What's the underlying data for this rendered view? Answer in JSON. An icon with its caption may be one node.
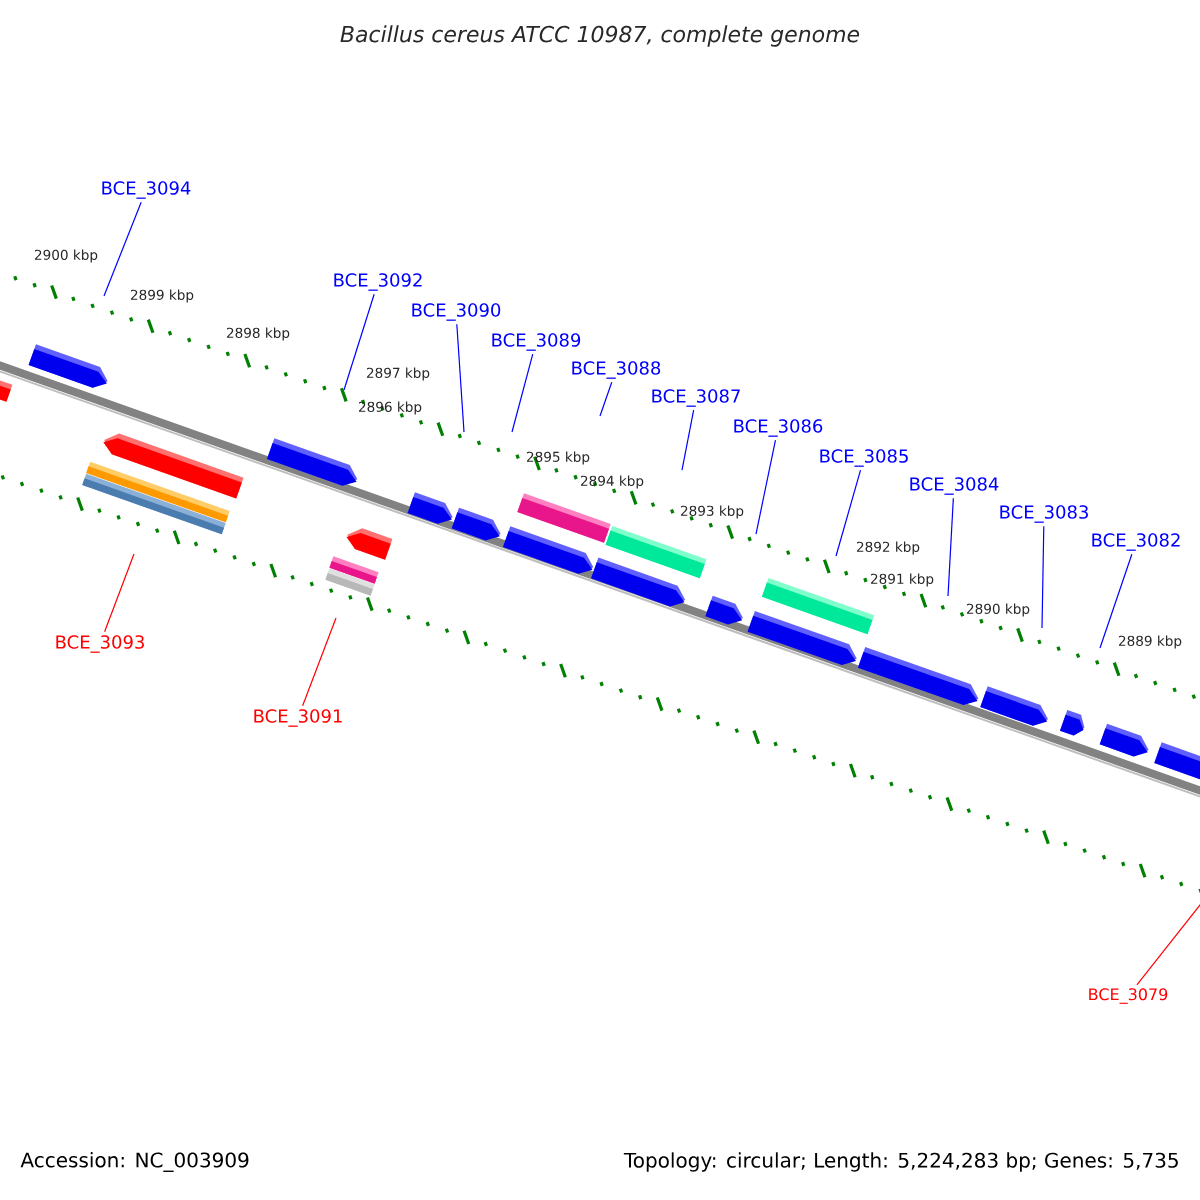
{
  "diagram": {
    "title": "Bacillus cereus ATCC 10987, complete genome",
    "nodes": [
      {
        "text": [
          "BCE_3094"
        ]
      },
      {
        "text": [
          "BCE_3092"
        ]
      },
      {
        "text": [
          "BCE_3090"
        ]
      },
      {
        "text": [
          "BCE_3089"
        ]
      },
      {
        "text": [
          "BCE_3088"
        ]
      },
      {
        "text": [
          "BCE_3087"
        ]
      },
      {
        "text": [
          "BCE_3086"
        ]
      },
      {
        "text": [
          "BCE_3085"
        ]
      },
      {
        "text": [
          "BCE_3084"
        ]
      },
      {
        "text": [
          "BCE_3083"
        ]
      },
      {
        "text": [
          "BCE_3082"
        ]
      },
      {
        "text": [
          "BCE_3093"
        ]
      },
      {
        "text": [
          "BCE_3091"
        ]
      },
      {
        "text": [
          "BCE_3079"
        ]
      }
    ],
    "edges": [
      {
        "from": 0,
        "to": null,
        "arrow": "none"
      },
      {
        "from": 1,
        "to": null,
        "arrow": "none"
      },
      {
        "from": 2,
        "to": null,
        "arrow": "none"
      },
      {
        "from": 3,
        "to": null,
        "arrow": "none"
      },
      {
        "from": 4,
        "to": null,
        "arrow": "none"
      },
      {
        "from": 5,
        "to": null,
        "arrow": "none"
      },
      {
        "from": 6,
        "to": null,
        "arrow": "none"
      },
      {
        "from": 7,
        "to": null,
        "arrow": "none"
      },
      {
        "from": 8,
        "to": null,
        "arrow": "none"
      },
      {
        "from": 9,
        "to": null,
        "arrow": "none"
      },
      {
        "from": 10,
        "to": null,
        "arrow": "none"
      },
      {
        "from": 11,
        "to": null,
        "arrow": "none",
        "color": "#ff0000"
      },
      {
        "from": 12,
        "to": null,
        "arrow": "none",
        "color": "#ff0000"
      },
      {
        "from": 13,
        "to": null,
        "arrow": "none",
        "color": "#ff0000"
      }
    ],
    "labels": [
      "2900 kbp",
      "2899 kbp",
      "2898 kbp",
      "2897 kbp",
      "2896 kbp",
      "2895 kbp",
      "2894 kbp",
      "2893 kbp",
      "2892 kbp",
      "2891 kbp",
      "2890 kbp",
      "2889 kbp",
      "Accession: NC_003909",
      "Topology: circular; Length: 5,224,283 bp; Genes: 5,735"
    ]
  }
}
